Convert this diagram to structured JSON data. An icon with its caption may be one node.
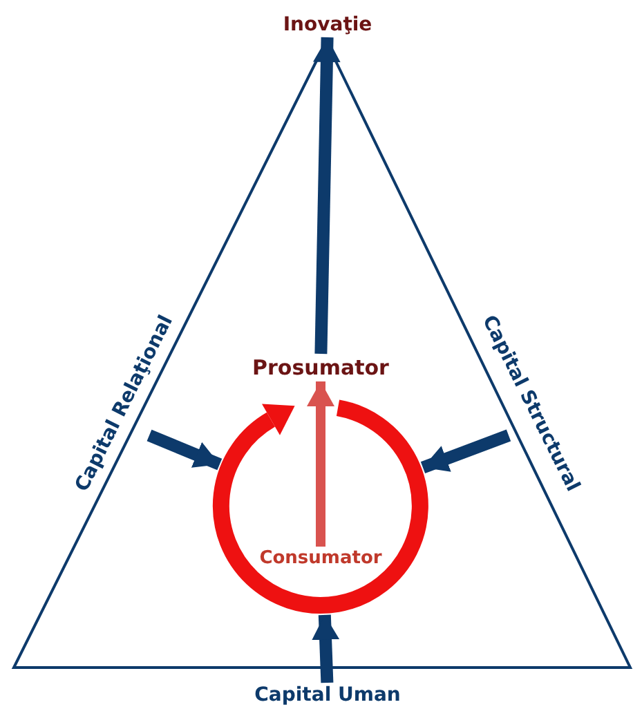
{
  "diagram": {
    "nodes": [
      {
        "text": [
          "Inovaţie"
        ]
      },
      {
        "text": [
          "Capital Relaţional"
        ]
      },
      {
        "text": [
          "Capital Structural"
        ]
      },
      {
        "text": [
          "Capital Uman"
        ]
      },
      {
        "text": [
          "Prosumator"
        ]
      },
      {
        "text": [
          "Consumator"
        ],
        "in": 6
      },
      {
        "text": [],
        "shape": "circle"
      }
    ],
    "edges": [
      {
        "from": 4,
        "to": 0,
        "arrow": "to"
      },
      {
        "from": 1,
        "to": 6,
        "arrow": "to"
      },
      {
        "from": 2,
        "to": 6,
        "arrow": "to"
      },
      {
        "from": 3,
        "to": 6,
        "arrow": "to"
      },
      {
        "from": 5,
        "to": 4,
        "arrow": "to",
        "color": "#d9534f"
      }
    ]
  }
}
